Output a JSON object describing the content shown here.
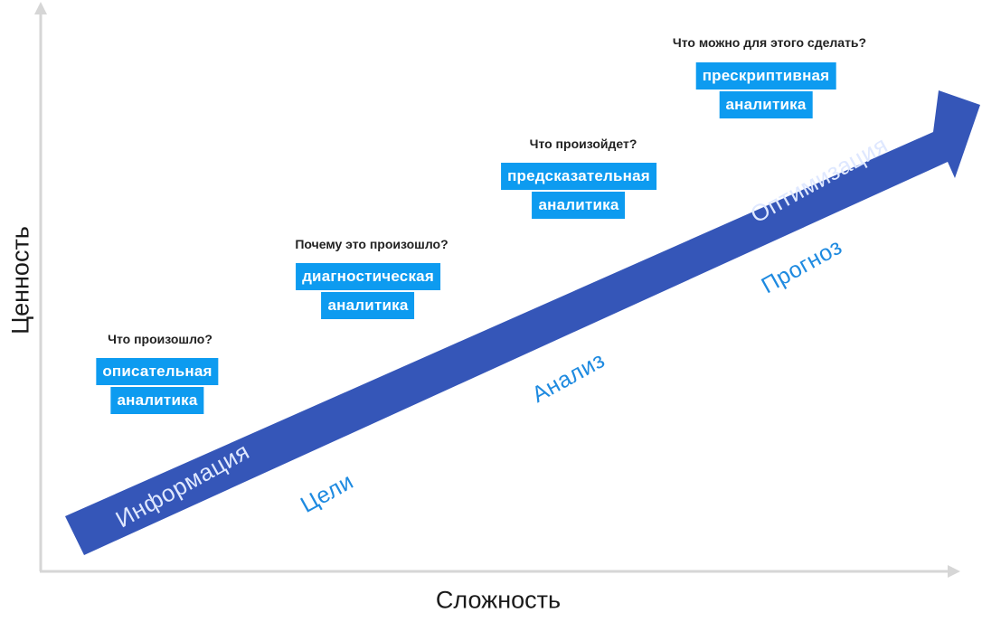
{
  "axes": {
    "y_label": "Ценность",
    "x_label": "Сложность",
    "color": "#d6d6d6"
  },
  "arrow": {
    "color": "#3556b8",
    "start_label": "Информация",
    "end_label": "Оптимизация"
  },
  "stages": [
    {
      "question": "Что произошло?",
      "tag_line1": "описательная",
      "tag_line2": "аналитика"
    },
    {
      "question": "Почему это произошло?",
      "tag_line1": "диагностическая",
      "tag_line2": "аналитика"
    },
    {
      "question": "Что произойдет?",
      "tag_line1": "предсказательная",
      "tag_line2": "аналитика"
    },
    {
      "question": "Что можно для этого сделать?",
      "tag_line1": "прескриптивная",
      "tag_line2": "аналитика"
    }
  ],
  "under_labels": [
    "Цели",
    "Анализ",
    "Прогноз"
  ],
  "colors": {
    "tag_bg": "#0d9bf0",
    "under_text": "#1e8ae0"
  }
}
